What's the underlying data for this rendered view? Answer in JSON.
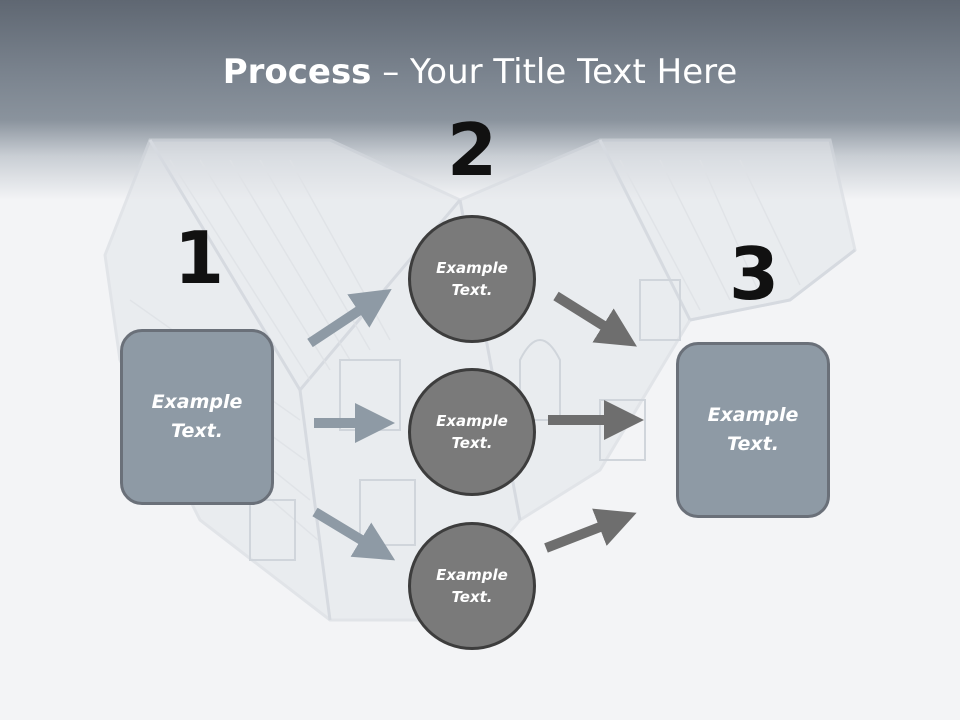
{
  "slide": {
    "title_bold": "Process",
    "title_rest": " – Your Title Text Here"
  },
  "steps": [
    {
      "number": "1"
    },
    {
      "number": "2"
    },
    {
      "number": "3"
    }
  ],
  "left_box": {
    "line1": "Example",
    "line2": "Text."
  },
  "right_box": {
    "line1": "Example",
    "line2": "Text."
  },
  "circles": [
    {
      "line1": "Example",
      "line2": "Text."
    },
    {
      "line1": "Example",
      "line2": "Text."
    },
    {
      "line1": "Example",
      "line2": "Text."
    }
  ],
  "colors": {
    "box_fill": "#8e9aa5",
    "circle_fill": "#7a7a7a",
    "arrow_left": "#8e9aa5",
    "arrow_right": "#6e6e6e",
    "header_dark": "#5f6772"
  }
}
